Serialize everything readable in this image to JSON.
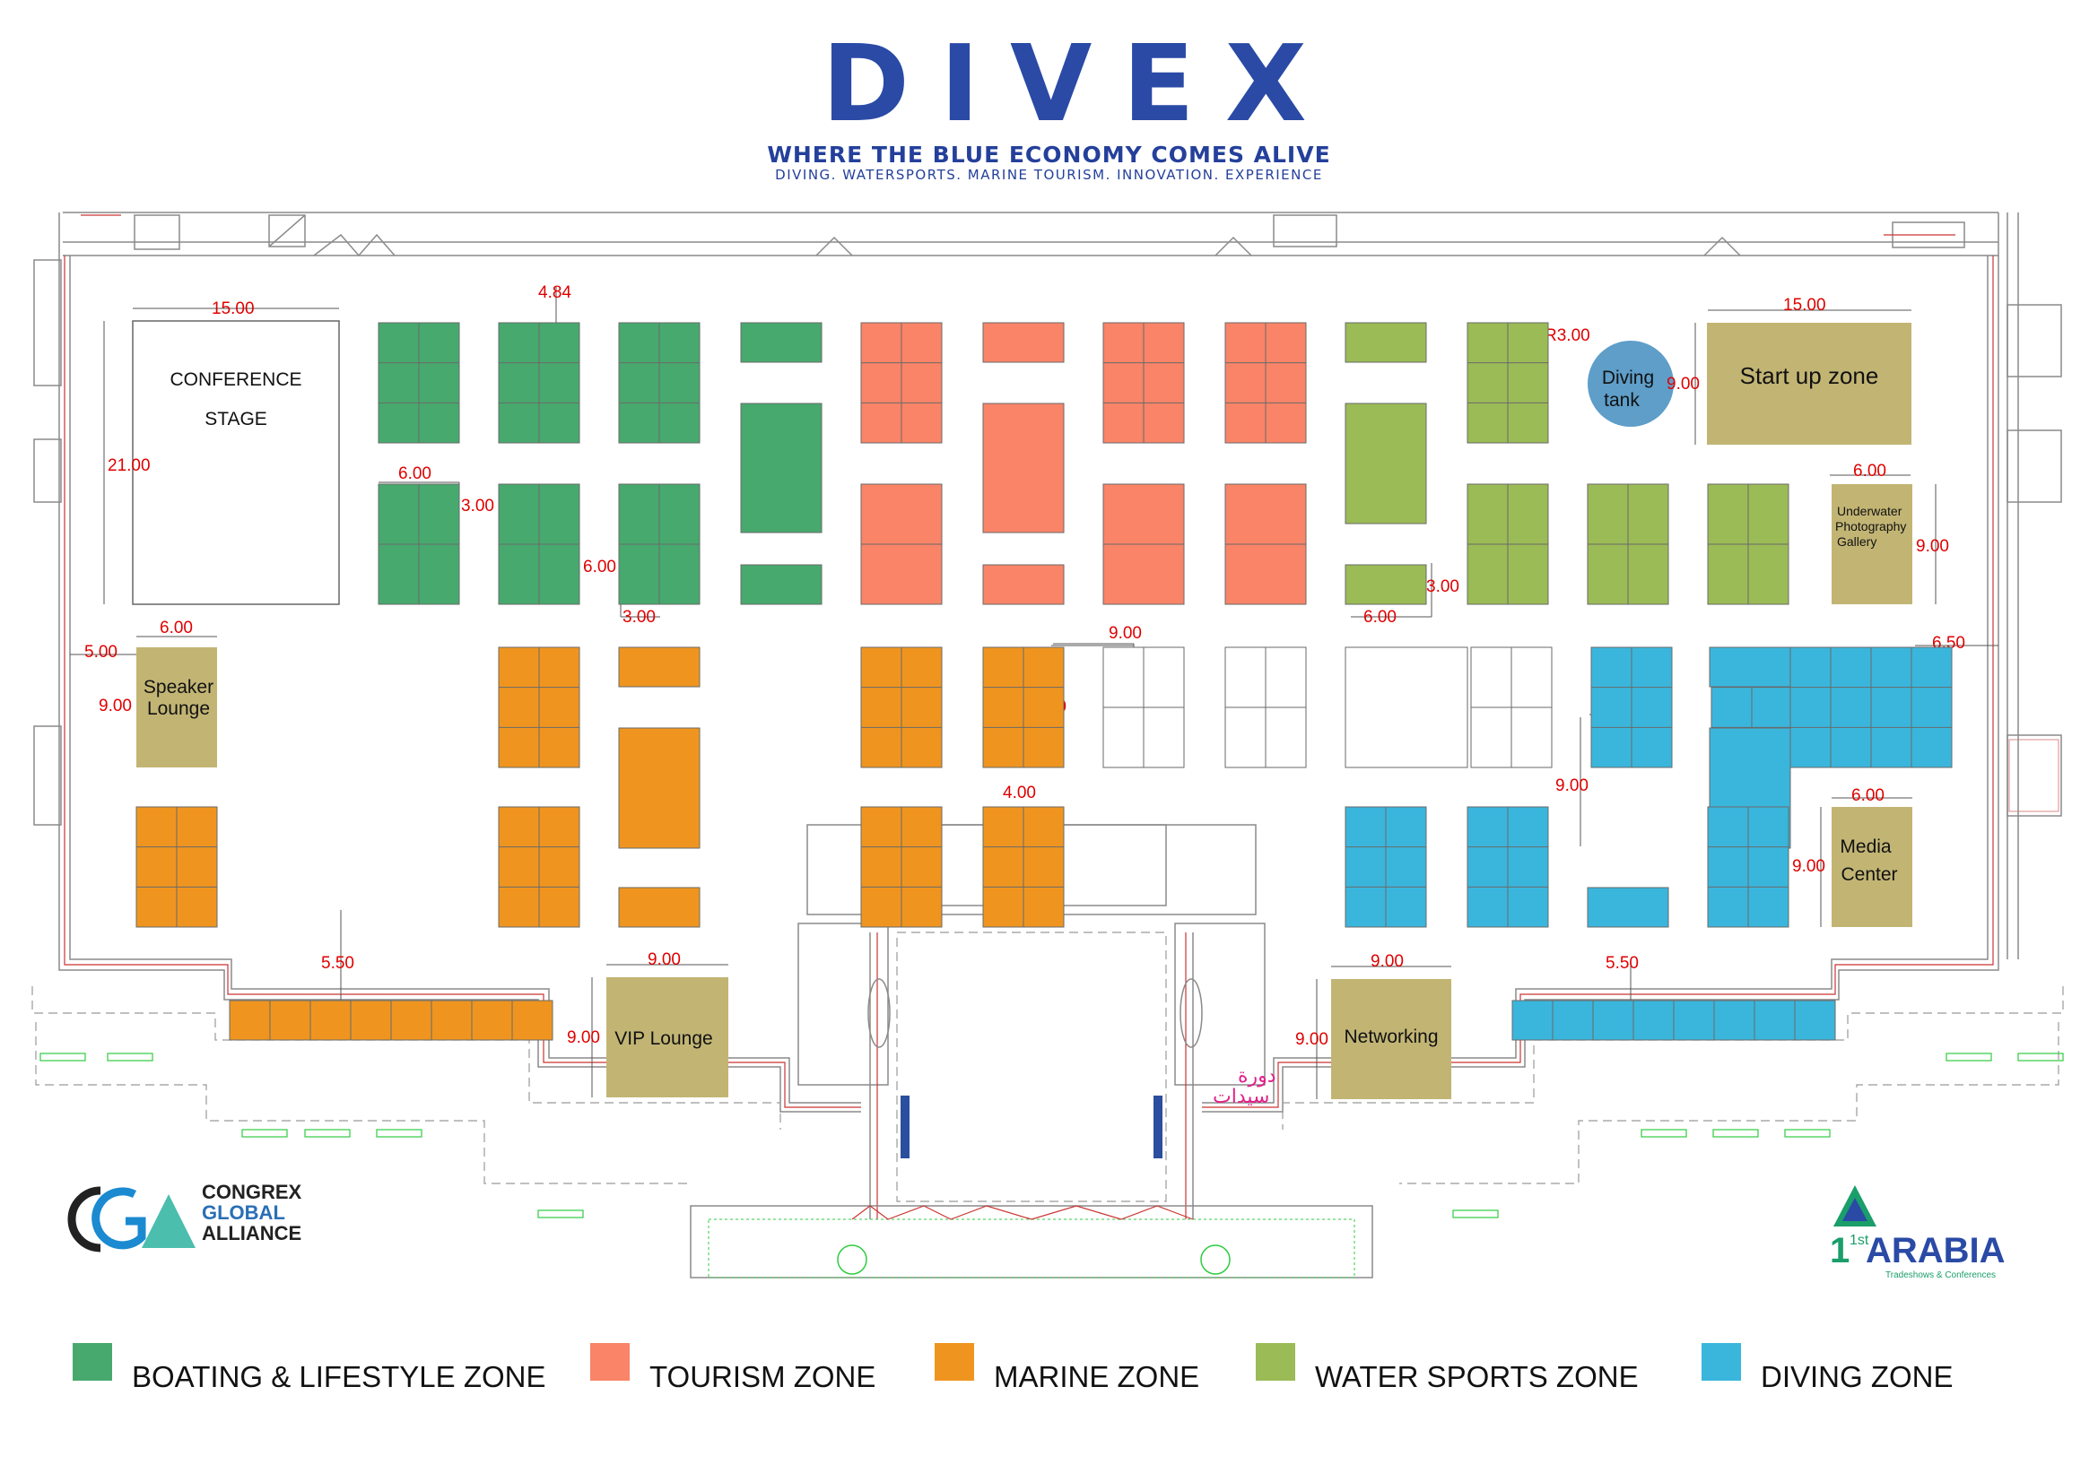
{
  "header": {
    "title": "DIVEX",
    "tagline": "WHERE THE BLUE ECONOMY COMES ALIVE",
    "subtagline": "DIVING. WATERSPORTS. MARINE TOURISM. INNOVATION. EXPERIENCE"
  },
  "colors": {
    "boating": "#47a96e",
    "tourism": "#f98467",
    "marine": "#ef951f",
    "water_sports": "#9bbb56",
    "diving": "#3ab6dc",
    "special": "#c2b574",
    "tank": "#5e9ec9",
    "dimension": "#e00000",
    "wall": "#8a8a8a"
  },
  "zones": {
    "conference_stage": [
      "CONFERENCE",
      "STAGE"
    ],
    "speaker_lounge": [
      "Speaker",
      "Lounge"
    ],
    "vip_lounge": "VIP Lounge",
    "networking": "Networking",
    "startup_zone": "Start up zone",
    "underwater_gallery": [
      "Underwater",
      "Photography",
      "Gallery"
    ],
    "media_center": [
      "Media",
      "Center"
    ],
    "diving_tank": [
      "Diving",
      "tank"
    ],
    "arabic_sign": [
      "دورة",
      "سيدات"
    ]
  },
  "dimensions": {
    "d484": "4.84",
    "d1500": "15.00",
    "d2100": "21.00",
    "d600": "6.00",
    "d300": "3.00",
    "d900": "9.00",
    "d500": "5.00",
    "d400": "4.00",
    "d550": "5.50",
    "d650": "6.50",
    "r300": "R3.00"
  },
  "legend": [
    {
      "label": "BOATING & LIFESTYLE ZONE",
      "color": "#47a96e"
    },
    {
      "label": "TOURISM ZONE",
      "color": "#f98467"
    },
    {
      "label": "MARINE ZONE",
      "color": "#ef951f"
    },
    {
      "label": "WATER SPORTS ZONE",
      "color": "#9bbb56"
    },
    {
      "label": "DIVING ZONE",
      "color": "#3ab6dc"
    }
  ],
  "sponsors": {
    "cga_line1": "CONGREX",
    "cga_line2": "GLOBAL",
    "cga_line3": "ALLIANCE",
    "arabia_name": "ARABIA",
    "arabia_super": "1st",
    "arabia_sub": "Tradeshows & Conferences"
  }
}
